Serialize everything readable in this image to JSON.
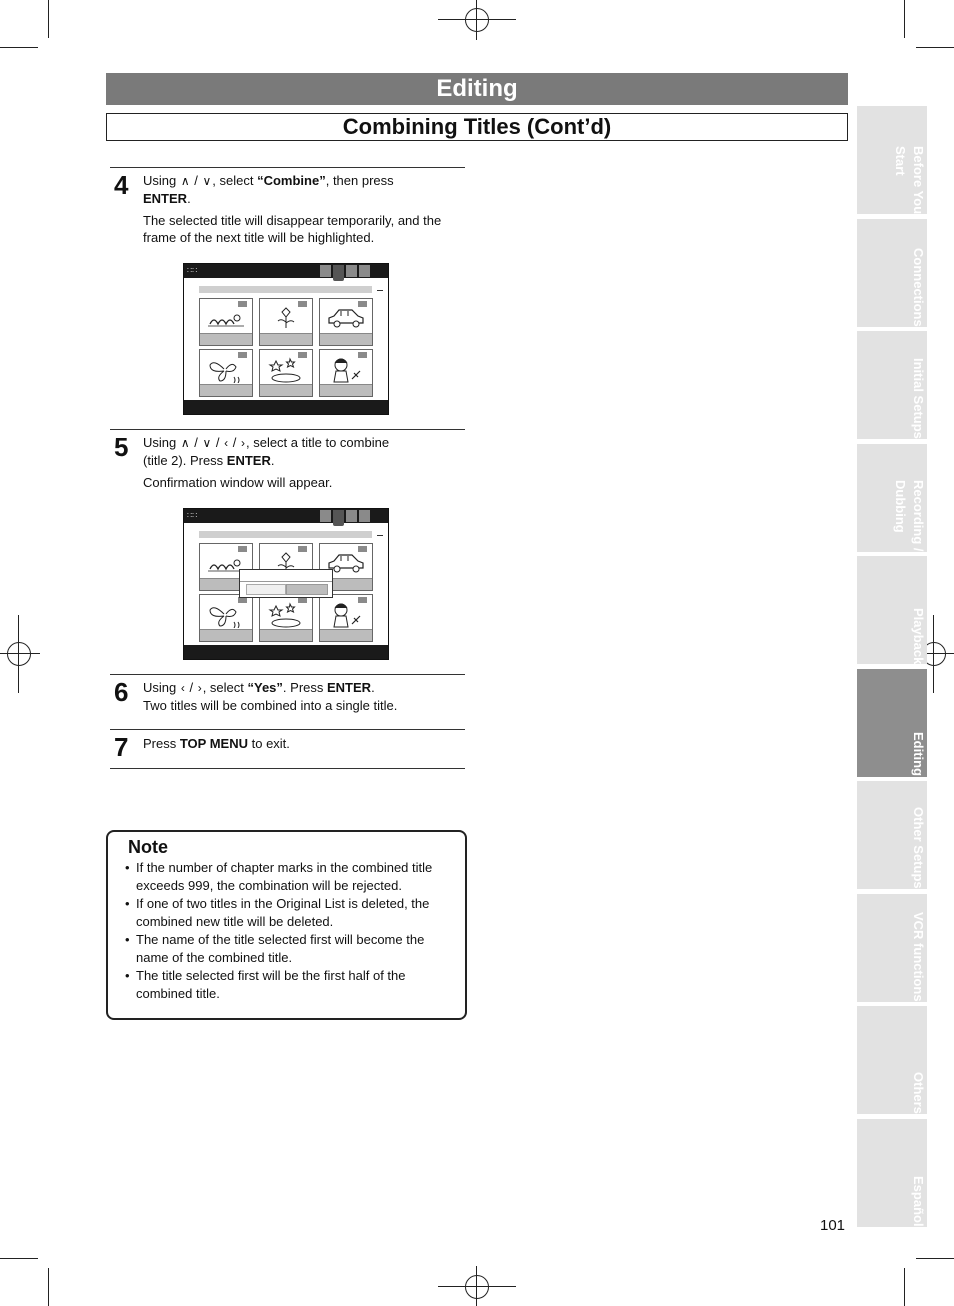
{
  "header": {
    "title": "Editing",
    "subtitle": "Combining Titles (Cont’d)"
  },
  "steps": [
    {
      "number": "4",
      "lines": [
        [
          "Using ",
          "up-icon",
          " / ",
          "down-icon",
          ", select ",
          {
            "b": "“Combine”"
          },
          ",  then press"
        ],
        [
          {
            "b": "ENTER"
          },
          "."
        ]
      ],
      "sub": "The selected title will disappear temporarily, and the frame of the next title will be highlighted."
    },
    {
      "number": "5",
      "lines": [
        [
          "Using ",
          "up-icon",
          " / ",
          "down-icon",
          " / ",
          "left-icon",
          " / ",
          "right-icon",
          ", select a title to combine"
        ],
        [
          "(title 2).  Press ",
          {
            "b": "ENTER"
          },
          "."
        ]
      ],
      "sub": "Confirmation window will appear."
    },
    {
      "number": "6",
      "lines": [
        [
          "Using ",
          "left-icon",
          " / ",
          "right-icon",
          ", select ",
          {
            "b": "“Yes”"
          },
          ".  Press ",
          {
            "b": "ENTER"
          },
          "."
        ],
        [
          "Two titles will be combined into a single title."
        ]
      ]
    },
    {
      "number": "7",
      "lines": [
        [
          "Press ",
          {
            "b": "TOP MENU"
          },
          " to exit."
        ]
      ]
    }
  ],
  "screens": [
    {
      "thumbnails": [
        "caterpillar-icon",
        "flower-icon",
        "car-icon",
        "butterfly-icon",
        "stars-icon",
        "girl-icon"
      ],
      "dialog": false
    },
    {
      "thumbnails": [
        "caterpillar-icon",
        "flower-icon",
        "car-icon",
        "butterfly-icon",
        "stars-icon",
        "girl-icon"
      ],
      "dialog": true
    }
  ],
  "note": {
    "title": "Note",
    "items": [
      "If the number of chapter marks in the combined title exceeds 999, the combination will be rejected.",
      "If one of two titles in the Original List is deleted, the combined new title will be deleted.",
      "The name of the title selected first will become the name of the combined title.",
      "The title selected first will be the first half of the combined title."
    ]
  },
  "side_tabs": [
    {
      "label": "Before You\nStart",
      "active": false
    },
    {
      "label": "Connections",
      "active": false
    },
    {
      "label": "Initial Setups",
      "active": false
    },
    {
      "label": "Recording /\nDubbing",
      "active": false
    },
    {
      "label": "Playback",
      "active": false
    },
    {
      "label": "Editing",
      "active": true
    },
    {
      "label": "Other Setups",
      "active": false
    },
    {
      "label": "VCR functions",
      "active": false
    },
    {
      "label": "Others",
      "active": false
    },
    {
      "label": "Español",
      "active": false
    }
  ],
  "page_number": "101",
  "colors": {
    "banner": "#7a7a7a",
    "tab": "#e2e2e2",
    "tab_active": "#8e8e8e"
  }
}
